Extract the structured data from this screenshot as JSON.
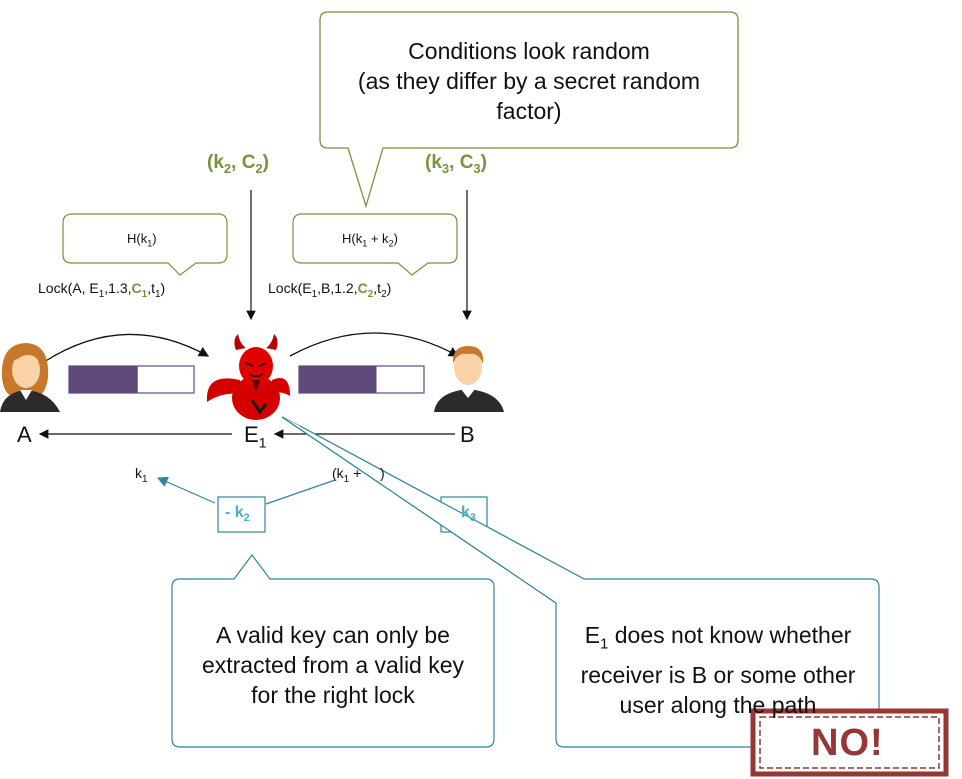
{
  "callouts": {
    "conditions_line1": "Conditions look random",
    "conditions_line2": "(as they differ by a secret random",
    "conditions_line3": "factor)",
    "valid_key_line1": "A valid key can only be",
    "valid_key_line2": "extracted from a valid key",
    "valid_key_line3": "for the right lock",
    "e1_unknown_line1_pre": "E",
    "e1_unknown_line1_sub": "1",
    "e1_unknown_line1_post": " does not know whether",
    "e1_unknown_line2": "receiver is B or some other",
    "e1_unknown_line3": "user along the path"
  },
  "hashes": {
    "h1_pre": "H(k",
    "h1_sub": "1",
    "h1_post": ")",
    "h2_pre": "H(k",
    "h2_sub1": "1",
    "h2_mid": " + k",
    "h2_sub2": "2",
    "h2_post": ")"
  },
  "pairs": {
    "p2_pre": "(k",
    "p2_sub1": "2",
    "p2_mid": ", C",
    "p2_sub2": "2",
    "p2_post": ")",
    "p3_pre": "(k",
    "p3_sub1": "3",
    "p3_mid": ", C",
    "p3_sub2": "3",
    "p3_post": ")"
  },
  "locks": {
    "lock1_a": "Lock(A, E",
    "lock1_a_sub": "1",
    "lock1_b": ",1.3,",
    "lock1_c": "C",
    "lock1_c_sub": "1",
    "lock1_d": ",t",
    "lock1_d_sub": "1",
    "lock1_e": ")",
    "lock2_a": "Lock(E",
    "lock2_a_sub": "1",
    "lock2_b": ",B,1.2,",
    "lock2_c": "C",
    "lock2_c_sub": "2",
    "lock2_d": ",t",
    "lock2_d_sub": "2",
    "lock2_e": ")"
  },
  "nodes": {
    "a": "A",
    "e1": "E",
    "e1_sub": "1",
    "b": "B"
  },
  "keys": {
    "k1": "k",
    "k1_sub": "1",
    "k1k2_pre": "(k",
    "k1k2_sub": "1",
    "k1k2_post": " + ",
    "k1k2_close": ")",
    "minus_k2_pre": "- k",
    "minus_k2_sub": "2",
    "k3_pre": "k",
    "k3_sub": "3"
  },
  "stamp": {
    "label": "NO!"
  },
  "channels": [
    {
      "fill_fraction": 0.55
    },
    {
      "fill_fraction": 0.62
    }
  ],
  "colors": {
    "callout_green": "#77933c",
    "callout_teal": "#31859c",
    "channel_purple": "#604a7b",
    "stamp_red": "#953735"
  }
}
